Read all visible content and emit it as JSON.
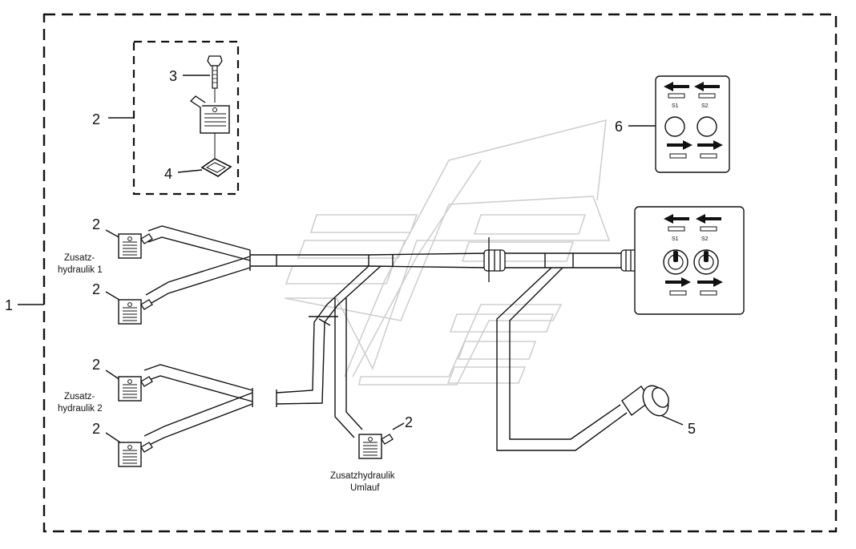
{
  "callouts": {
    "c1": "1",
    "c2_inset": "2",
    "c3": "3",
    "c4": "4",
    "c2_v1a": "2",
    "c2_v1b": "2",
    "c2_v2a": "2",
    "c2_v2b": "2",
    "c2_umlauf": "2",
    "c5": "5",
    "c6": "6"
  },
  "labels": {
    "zh1_line1": "Zusatz-",
    "zh1_line2": "hydraulik 1",
    "zh2_line1": "Zusatz-",
    "zh2_line2": "hydraulik 2",
    "umlauf_line1": "Zusatzhydraulik",
    "umlauf_line2": "Umlauf"
  },
  "switch_plate": {
    "s1": "S1",
    "s2": "S2"
  },
  "switch_box": {
    "s1": "S1",
    "s2": "S2"
  },
  "colors": {
    "line": "#111111",
    "watermark": "#cfcfcf",
    "background": "#ffffff"
  }
}
